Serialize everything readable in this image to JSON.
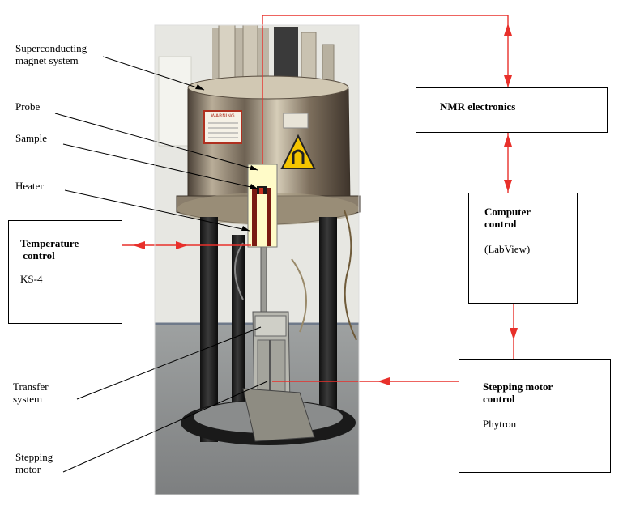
{
  "labels": {
    "magnet_line1": "Superconducting",
    "magnet_line2": "magnet system",
    "probe": "Probe",
    "sample": "Sample",
    "heater": "Heater",
    "transfer_line1": "Transfer",
    "transfer_line2": "system",
    "stepping_line1": "Stepping",
    "stepping_line2": "motor"
  },
  "boxes": {
    "nmr": {
      "title": "NMR electronics"
    },
    "computer": {
      "title_line1": "Computer",
      "title_line2": "control",
      "sub": "(LabView)"
    },
    "temperature": {
      "title_line1": "Temperature",
      "title_line2": " control",
      "sub": "KS-4"
    },
    "stepping": {
      "title_line1": "Stepping motor",
      "title_line2": "control",
      "sub": "Phytron"
    }
  },
  "photo": {
    "warning_text": "WARNING"
  },
  "colors": {
    "connection": "#e8302b",
    "probe_fill": "#fffbc8",
    "heater_fill": "#7a1a12",
    "floor": "#8d8f8f",
    "wall": "#e7e7e2"
  }
}
